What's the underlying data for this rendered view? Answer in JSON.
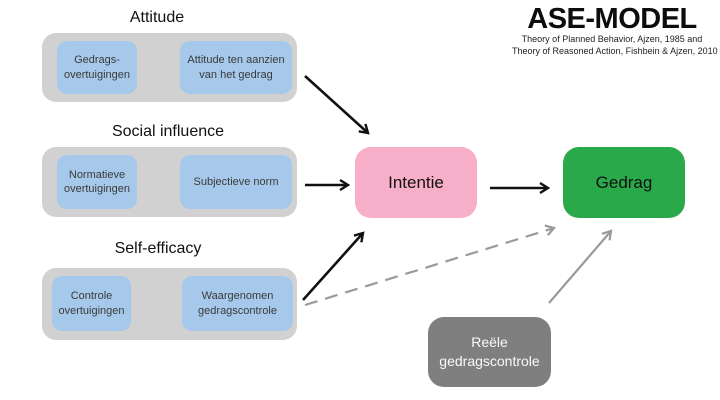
{
  "title": {
    "main": "ASE-MODEL",
    "subtitle_line1": "Theory of Planned Behavior, Ajzen, 1985 and",
    "subtitle_line2": "Theory of Reasoned Action, Fishbein & Ajzen, 2010"
  },
  "groups": [
    {
      "heading": "Attitude",
      "boxes": [
        {
          "label": "Gedrags-\novertuigingen"
        },
        {
          "label": "Attitude ten aanzien\nvan het gedrag"
        }
      ]
    },
    {
      "heading": "Social influence",
      "boxes": [
        {
          "label": "Normatieve\novertuigingen"
        },
        {
          "label": "Subjectieve norm"
        }
      ]
    },
    {
      "heading": "Self-efficacy",
      "boxes": [
        {
          "label": "Controle\novertuigingen"
        },
        {
          "label": "Waargenomen\ngedragscontrole"
        }
      ]
    }
  ],
  "nodes": {
    "intentie": {
      "label": "Intentie"
    },
    "gedrag": {
      "label": "Gedrag"
    },
    "reele": {
      "label": "Reële\ngedragscontrole"
    }
  },
  "arrows": [
    {
      "name": "attitude-to-intentie",
      "style": "solid-black"
    },
    {
      "name": "social-influence-to-intentie",
      "style": "solid-black"
    },
    {
      "name": "self-efficacy-to-intentie",
      "style": "solid-black"
    },
    {
      "name": "intentie-to-gedrag",
      "style": "solid-black"
    },
    {
      "name": "waargenomen-gedragscontrole-to-gedrag",
      "style": "dashed-gray"
    },
    {
      "name": "reele-gedragscontrole-to-gedrag",
      "style": "solid-gray"
    }
  ],
  "colors": {
    "blue": "#a6c9eb",
    "pink": "#f7aec8",
    "green": "#2aa94a",
    "container-gray": "#d1d1d1",
    "dark-gray": "#7f7f7f",
    "arrow-black": "#111111",
    "arrow-gray": "#9a9a9a"
  }
}
